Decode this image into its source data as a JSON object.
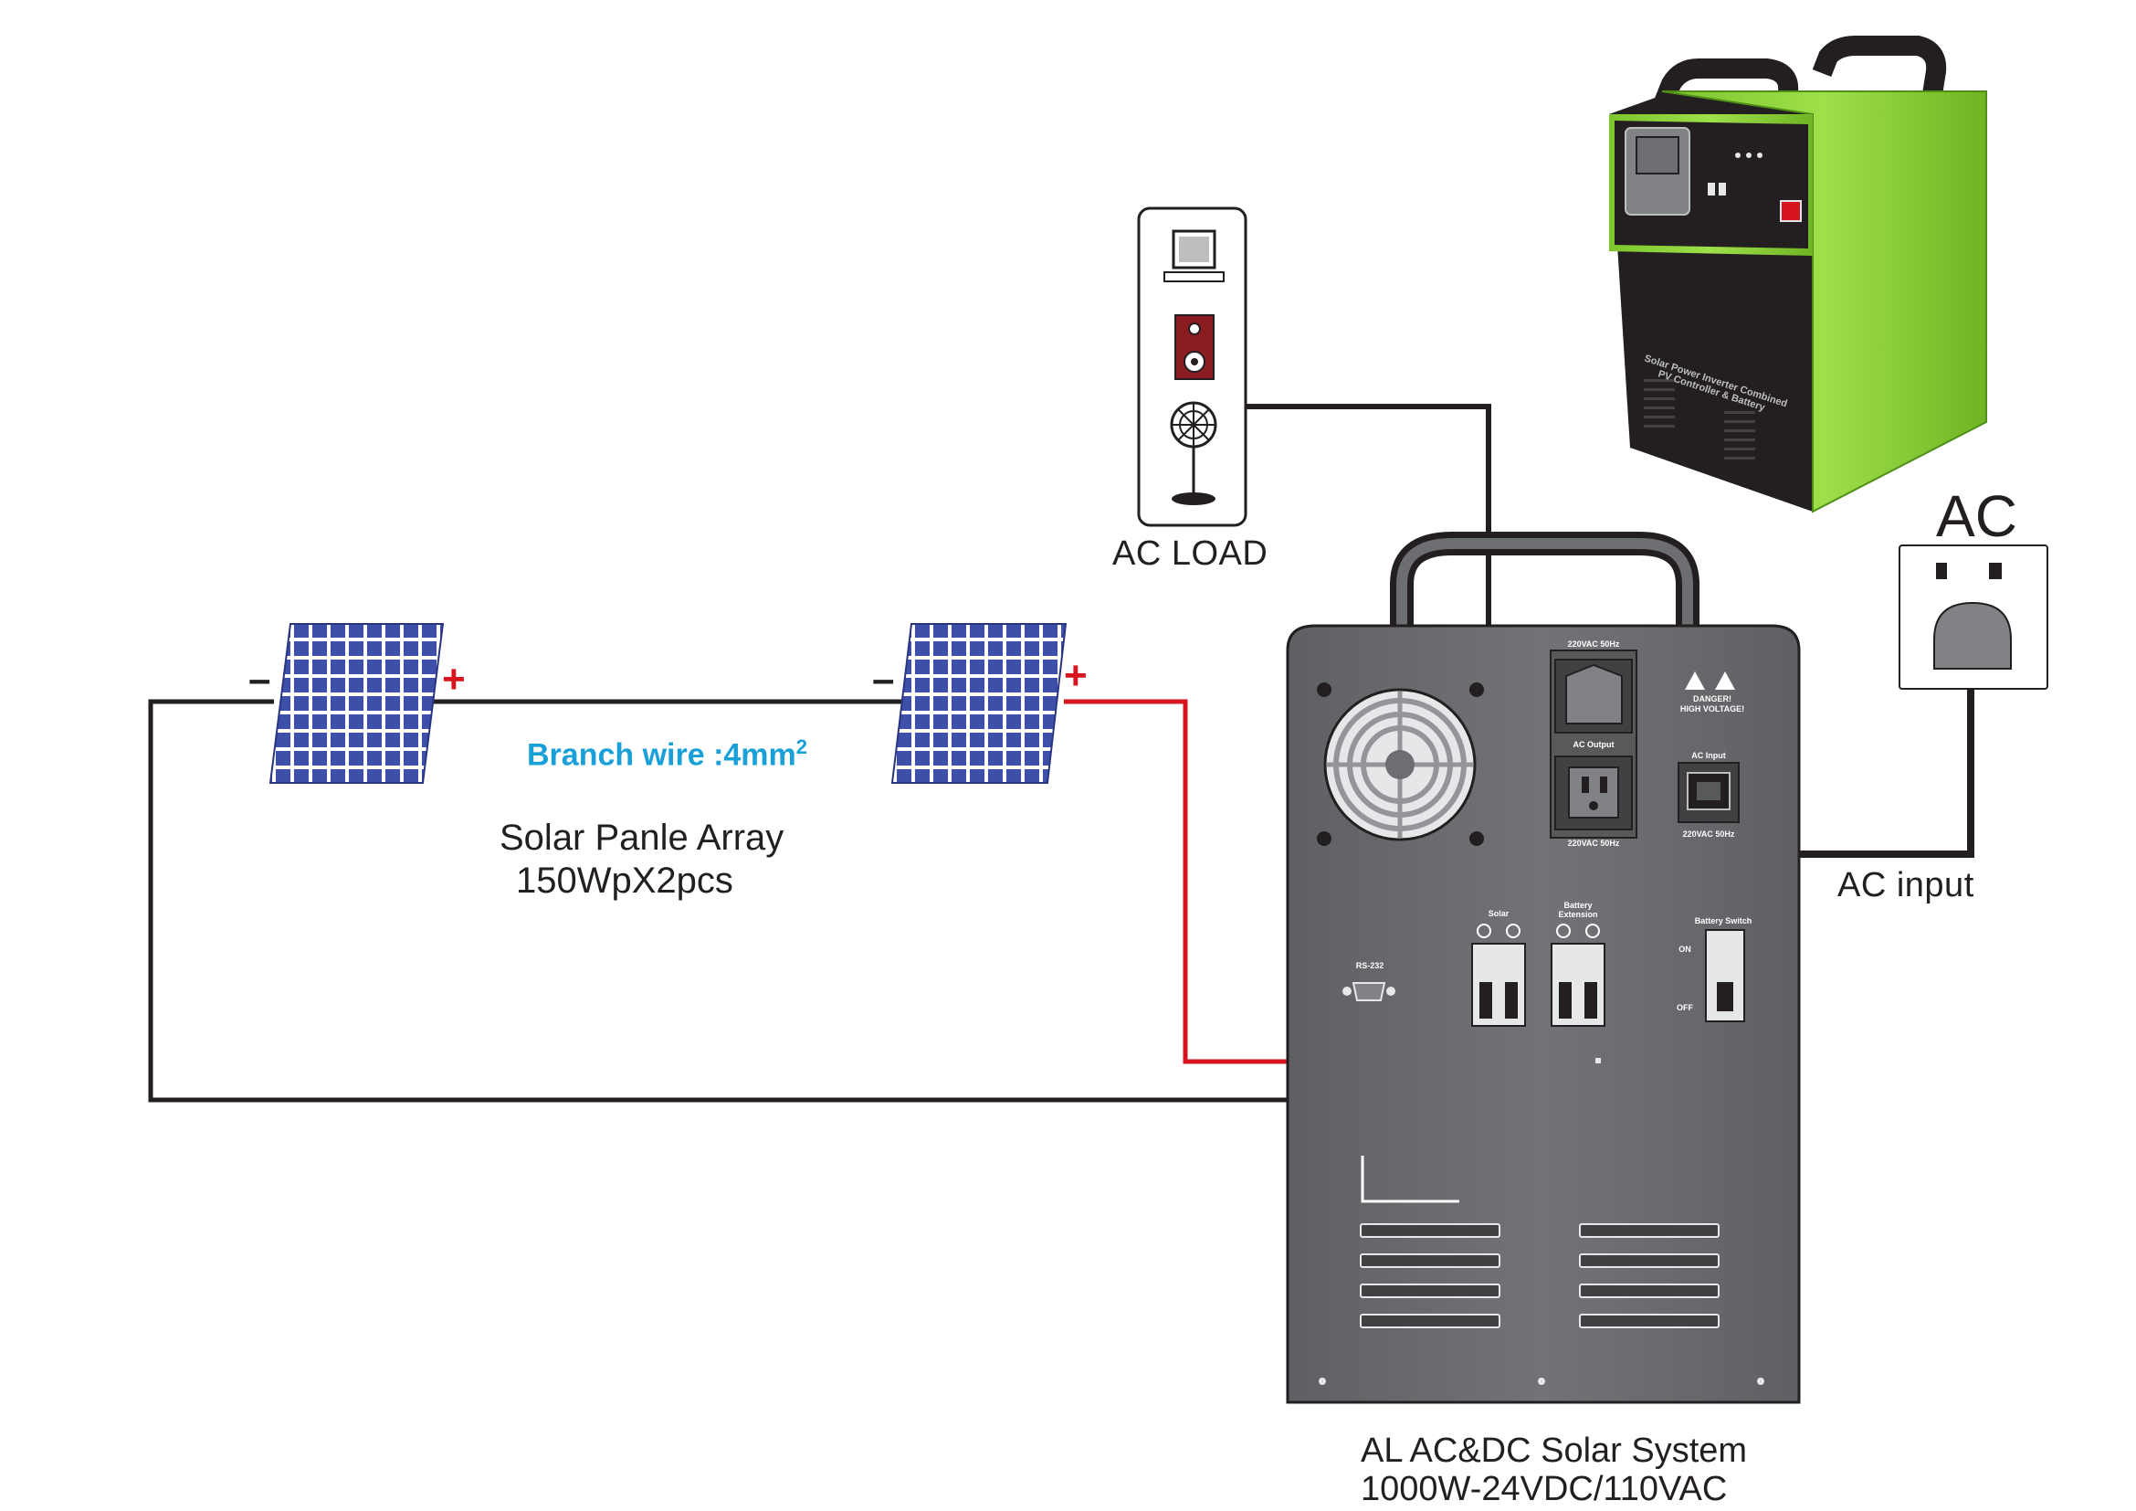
{
  "labels": {
    "ac_load": "AC LOAD",
    "ac_title": "AC",
    "ac_input": "AC input",
    "branch_wire": "Branch wire :4mm",
    "branch_wire_sup": "2",
    "array_line1": "Solar Panle Array",
    "array_line2": "150WpX2pcs",
    "system_line1": "AL AC&DC Solar System",
    "system_line2": "1000W-24VDC/110VAC",
    "minus": "–",
    "plus": "+"
  },
  "unit_panel": {
    "ac_out_top": "220VAC 50Hz",
    "ac_output": "AC Output",
    "ac_out_bottom": "220VAC 50Hz",
    "danger": "DANGER!",
    "high_voltage": "HIGH VOLTAGE!",
    "ac_input": "AC Input",
    "ac_input_rating": "220VAC 50Hz",
    "rs232": "RS-232",
    "solar": "Solar",
    "battery_ext": "Battery",
    "battery_ext2": "Extension",
    "battery_switch": "Battery Switch",
    "on": "ON",
    "off": "OFF"
  },
  "product_photo": {
    "side_text1": "Solar Power Inverter Combined",
    "side_text2": "PV Controller & Battery"
  },
  "colors": {
    "wire_black": "#231f20",
    "wire_red": "#d7141f",
    "unit_body": "#6d6e71",
    "panel_blue": "#3d4fa8",
    "product_green": "#8bd33a",
    "accent_blue": "#1aa0d8"
  }
}
